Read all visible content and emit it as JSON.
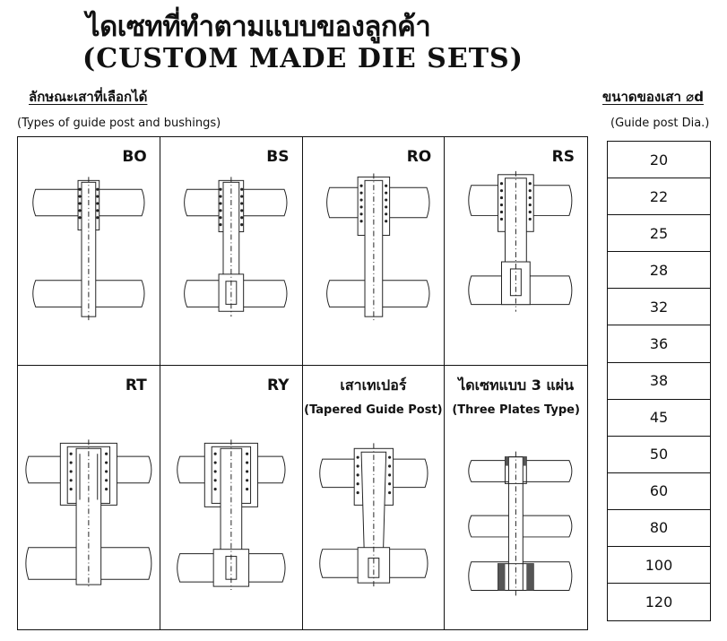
{
  "title": {
    "thai": "ไดเซทที่ทำตามแบบของลูกค้า",
    "english": "(CUSTOM MADE DIE SETS)"
  },
  "types_section": {
    "title": "ลักษณะเสาที่เลือกได้",
    "subtitle": "(Types of guide post and bushings)"
  },
  "sizes_section": {
    "title": "ขนาดของเสา ⌀d",
    "subtitle": "(Guide post Dia.)"
  },
  "types": [
    {
      "label": "BO",
      "sublabel": ""
    },
    {
      "label": "BS",
      "sublabel": ""
    },
    {
      "label": "RO",
      "sublabel": ""
    },
    {
      "label": "RS",
      "sublabel": ""
    },
    {
      "label": "RT",
      "sublabel": ""
    },
    {
      "label": "RY",
      "sublabel": ""
    },
    {
      "label": "เสาเทเปอร์",
      "sublabel": "(Tapered Guide Post)"
    },
    {
      "label": "ไดเซทแบบ 3 แผ่น",
      "sublabel": "(Three Plates Type)"
    }
  ],
  "sizes": [
    "20",
    "22",
    "25",
    "28",
    "32",
    "36",
    "38",
    "45",
    "50",
    "60",
    "80",
    "100",
    "120"
  ]
}
